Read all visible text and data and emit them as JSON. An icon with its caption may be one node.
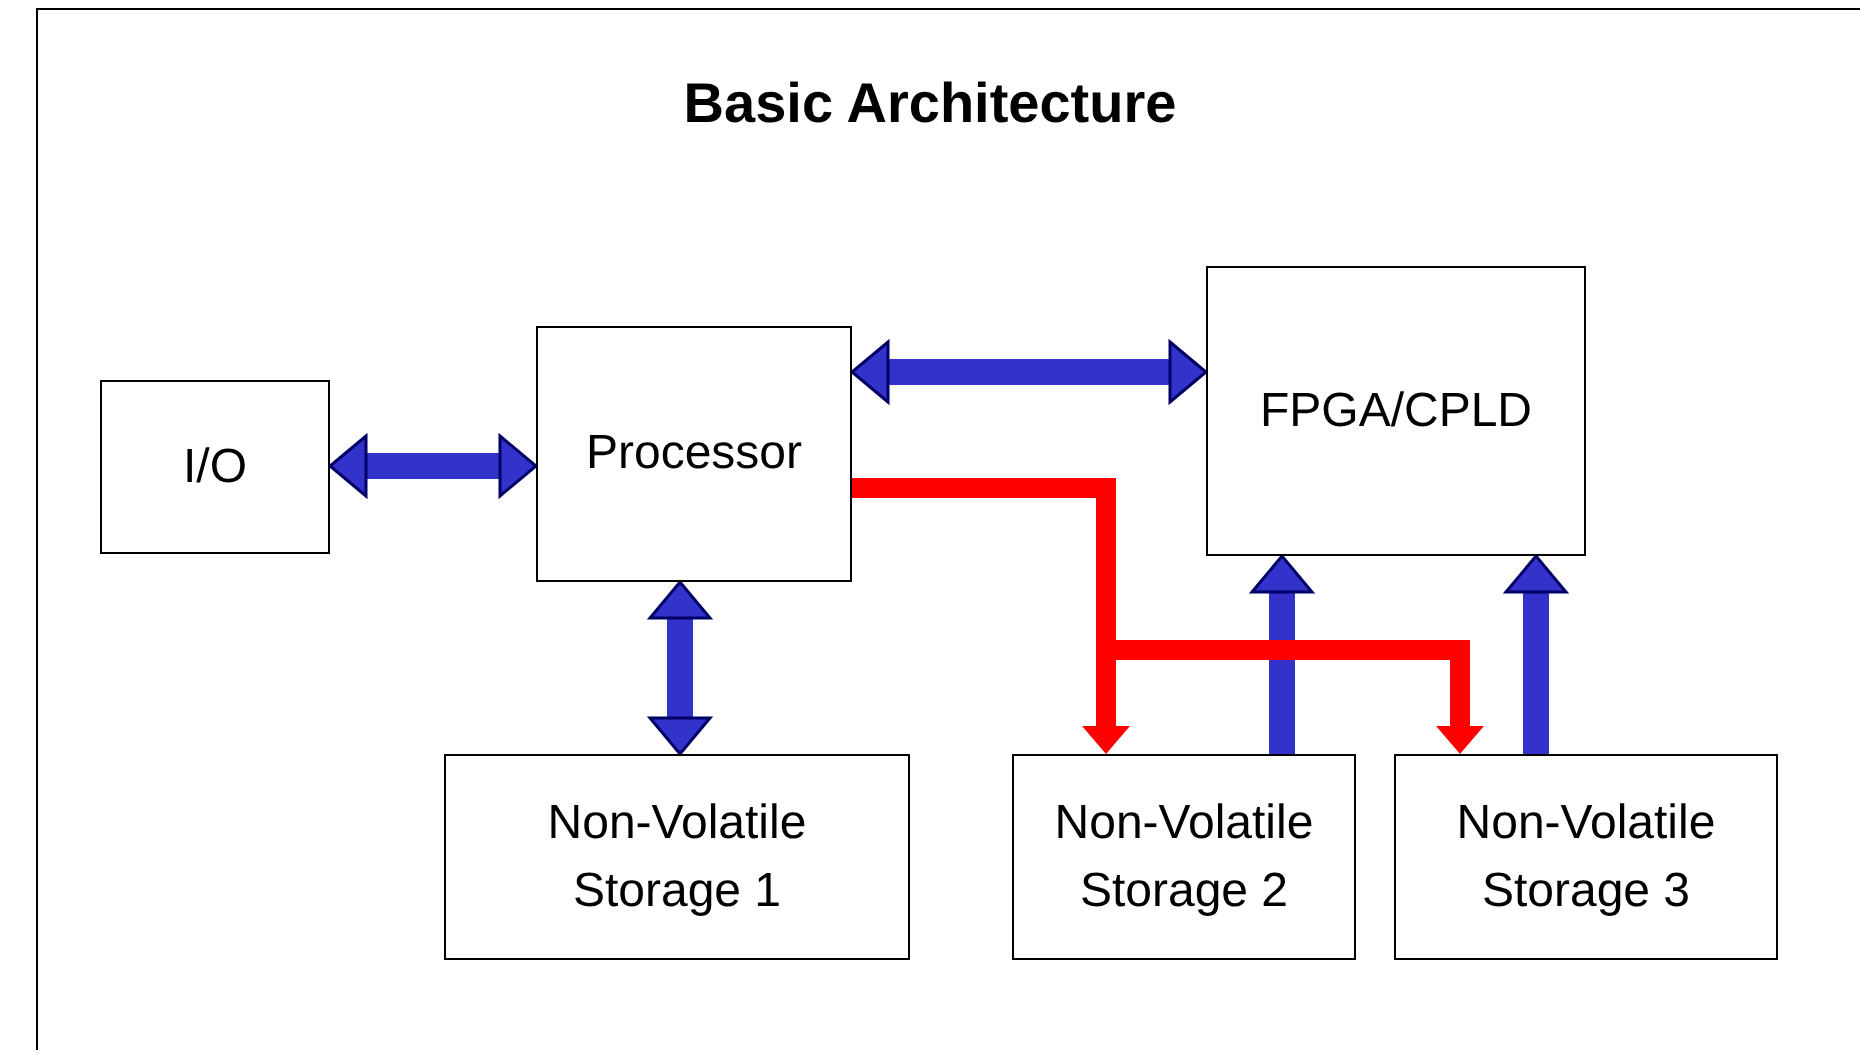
{
  "diagram": {
    "title": "Basic Architecture",
    "nodes": [
      {
        "text": [
          "I/O"
        ]
      },
      {
        "text": [
          "Processor"
        ]
      },
      {
        "text": [
          "FPGA/CPLD"
        ]
      },
      {
        "text": [
          "Non-Volatile Storage 1"
        ]
      },
      {
        "text": [
          "Non-Volatile Storage 2"
        ]
      },
      {
        "text": [
          "Non-Volatile Storage 3"
        ]
      }
    ],
    "edges": [
      {
        "from": 0,
        "to": 1,
        "arrow": "both"
      },
      {
        "from": 1,
        "to": 2,
        "arrow": "both"
      },
      {
        "from": 1,
        "to": 3,
        "arrow": "both"
      },
      {
        "from": 4,
        "to": 2,
        "arrow": "to"
      },
      {
        "from": 5,
        "to": 2,
        "arrow": "to"
      },
      {
        "from": 1,
        "to": 4,
        "arrow": "to",
        "color": "#ff0000"
      },
      {
        "from": 1,
        "to": 5,
        "arrow": "to",
        "color": "#ff0000"
      }
    ]
  }
}
